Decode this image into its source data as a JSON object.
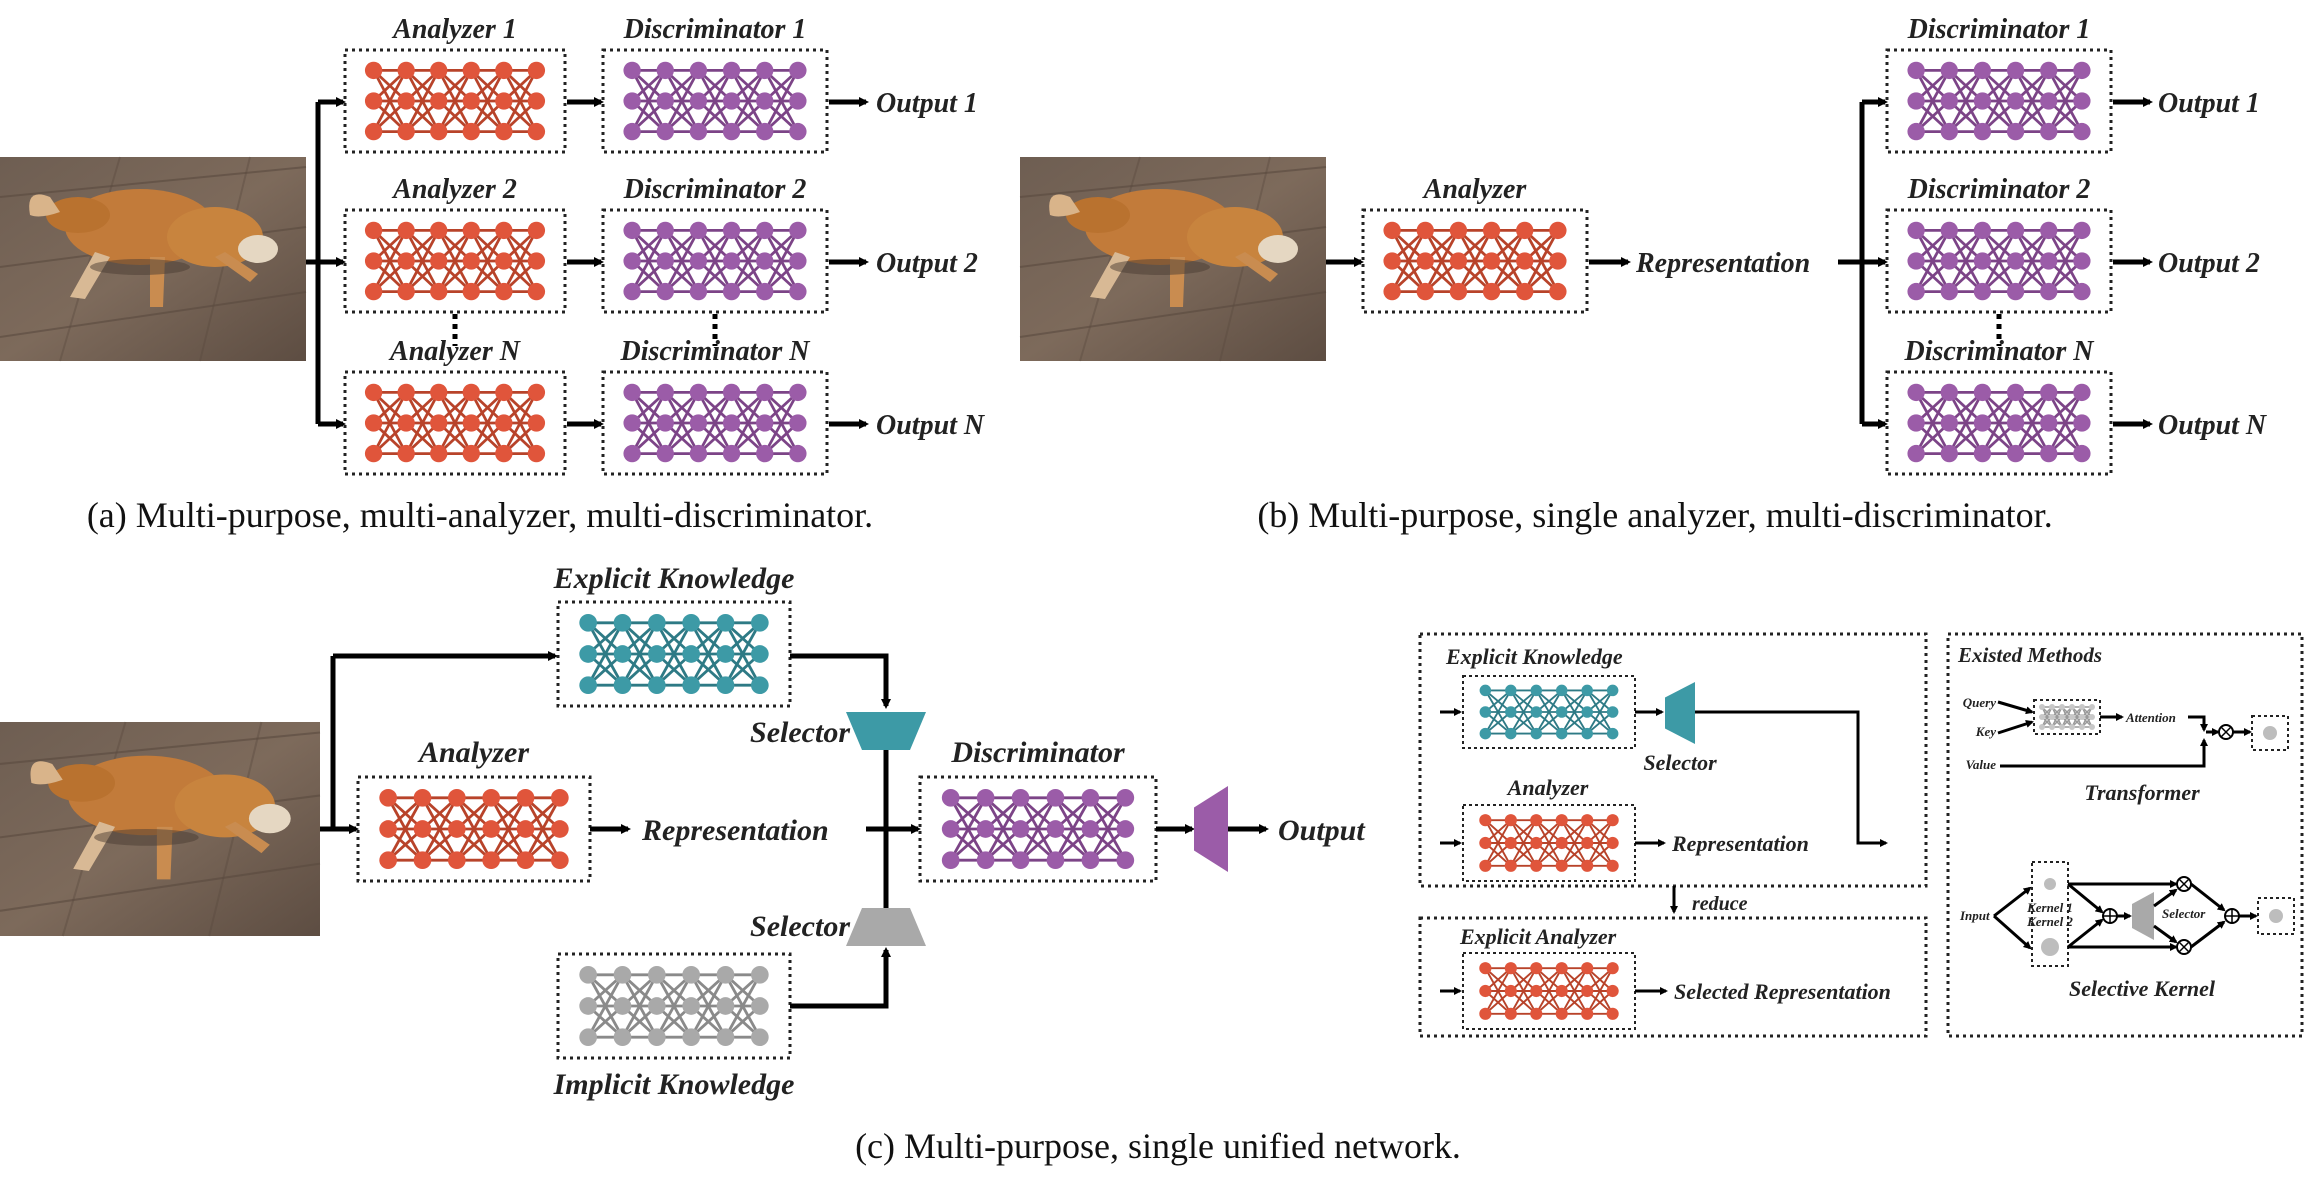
{
  "colors": {
    "analyzer": "#e0553b",
    "analyzer_edge": "#b8432a",
    "discriminator": "#9b5ca8",
    "discriminator_edge": "#7c4487",
    "explicit": "#3d9aa6",
    "explicit_edge": "#2e7a85",
    "implicit": "#a9a9a9",
    "implicit_edge": "#8a8a8a"
  },
  "icons": {
    "network": "neural-network-icon",
    "selector": "selector-trapezoid-icon",
    "photo": "dog-photo"
  },
  "panel_a": {
    "analyzers": [
      "Analyzer 1",
      "Analyzer 2",
      "Analyzer N"
    ],
    "discriminators": [
      "Discriminator 1",
      "Discriminator 2",
      "Discriminator N"
    ],
    "outputs": [
      "Output 1",
      "Output 2",
      "Output N"
    ],
    "caption": "(a) Multi-purpose, multi-analyzer, multi-discriminator."
  },
  "panel_b": {
    "analyzer": "Analyzer",
    "representation": "Representation",
    "discriminators": [
      "Discriminator 1",
      "Discriminator 2",
      "Discriminator N"
    ],
    "outputs": [
      "Output 1",
      "Output 2",
      "Output N"
    ],
    "caption": "(b) Multi-purpose, single analyzer, multi-discriminator."
  },
  "panel_c": {
    "explicit_knowledge": "Explicit Knowledge",
    "analyzer": "Analyzer",
    "representation": "Representation",
    "implicit_knowledge": "Implicit Knowledge",
    "selector_top": "Selector",
    "selector_bottom": "Selector",
    "discriminator": "Discriminator",
    "output": "Output",
    "caption": "(c) Multi-purpose, single unified network."
  },
  "inset_left": {
    "explicit_knowledge": "Explicit Knowledge",
    "selector": "Selector",
    "analyzer": "Analyzer",
    "representation": "Representation",
    "reduce": "reduce",
    "explicit_analyzer": "Explicit Analyzer",
    "selected_representation": "Selected Representation"
  },
  "inset_right": {
    "title": "Existed Methods",
    "query": "Query",
    "key": "Key",
    "value": "Value",
    "attention": "Attention",
    "transformer": "Transformer",
    "input": "Input",
    "kernel1": "Kernel 1",
    "kernel2": "Kernel 2",
    "selector": "Selector",
    "selective_kernel": "Selective Kernel"
  }
}
